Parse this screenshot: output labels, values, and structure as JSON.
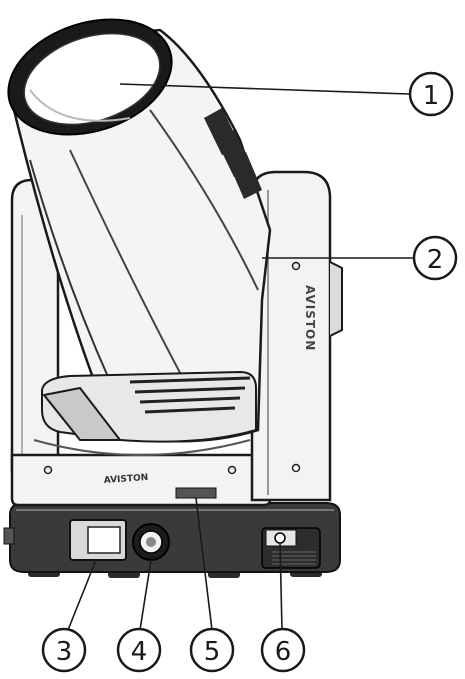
{
  "diagram": {
    "brand_label": "AVISTON",
    "side_label": "AVISTON",
    "callouts": [
      {
        "id": "callout-1",
        "label": "1"
      },
      {
        "id": "callout-2",
        "label": "2"
      },
      {
        "id": "callout-3",
        "label": "3"
      },
      {
        "id": "callout-4",
        "label": "4"
      },
      {
        "id": "callout-5",
        "label": "5"
      },
      {
        "id": "callout-6",
        "label": "6"
      }
    ]
  }
}
